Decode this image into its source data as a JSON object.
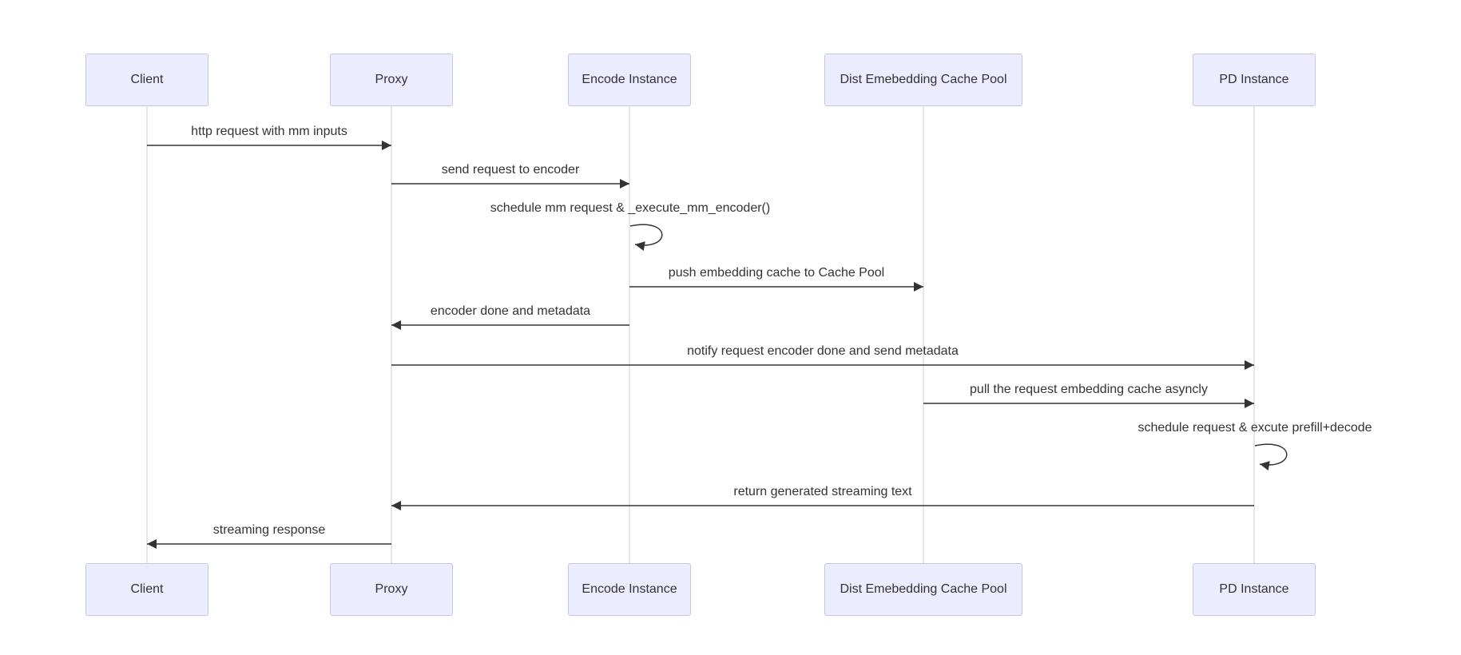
{
  "diagram": {
    "type": "sequence",
    "participants": [
      {
        "id": "client",
        "label": "Client"
      },
      {
        "id": "proxy",
        "label": "Proxy"
      },
      {
        "id": "encode",
        "label": "Encode Instance"
      },
      {
        "id": "cache",
        "label": "Dist Emebedding Cache Pool"
      },
      {
        "id": "pd",
        "label": "PD Instance"
      }
    ],
    "messages": [
      {
        "from": "client",
        "to": "proxy",
        "label": "http request with mm inputs"
      },
      {
        "from": "proxy",
        "to": "encode",
        "label": "send request to encoder"
      },
      {
        "from": "encode",
        "to": "encode",
        "label": "schedule mm request & _execute_mm_encoder()",
        "self": true
      },
      {
        "from": "encode",
        "to": "cache",
        "label": "push embedding cache to Cache Pool"
      },
      {
        "from": "encode",
        "to": "proxy",
        "label": "encoder done and metadata"
      },
      {
        "from": "proxy",
        "to": "pd",
        "label": "notify request encoder done and send metadata"
      },
      {
        "from": "cache",
        "to": "pd",
        "label": "pull the request embedding cache asyncly"
      },
      {
        "from": "pd",
        "to": "pd",
        "label": "schedule request & excute prefill+decode",
        "self": true
      },
      {
        "from": "pd",
        "to": "proxy",
        "label": "return generated streaming text"
      },
      {
        "from": "proxy",
        "to": "client",
        "label": "streaming response"
      }
    ],
    "colors": {
      "actor_fill": "#ECECFF",
      "actor_border": "#c5c5e8",
      "lifeline": "#ccccdd",
      "arrow": "#333333",
      "text": "#333333"
    }
  }
}
